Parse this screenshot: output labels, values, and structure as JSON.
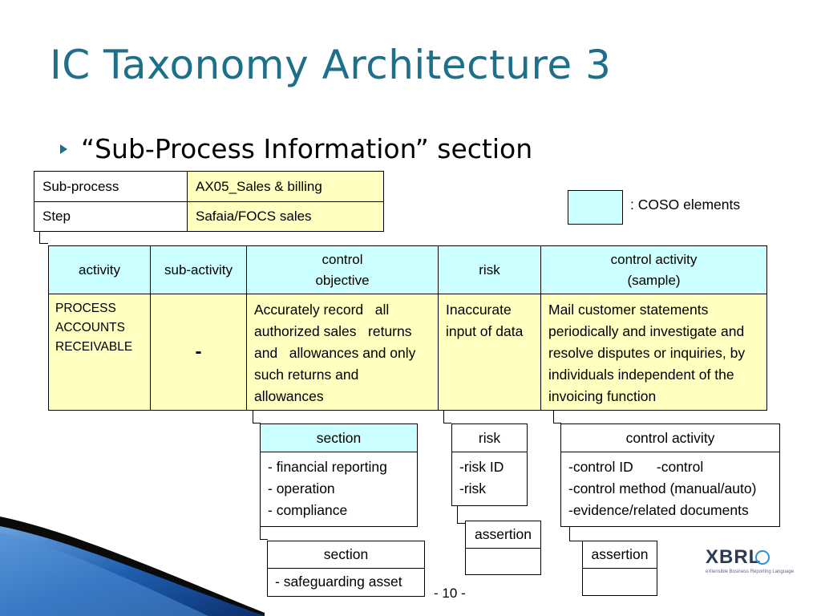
{
  "slide": {
    "title": "IC Taxonomy Architecture 3",
    "bullet": "“Sub-Process Information” section",
    "page_number": "- 10 -"
  },
  "info_table": {
    "rows": [
      {
        "label": "Sub-process",
        "value": "AX05_Sales & billing"
      },
      {
        "label": "Step",
        "value": "Safaia/FOCS sales"
      }
    ]
  },
  "legend": {
    "text": ": COSO elements",
    "color": "#ccffff"
  },
  "main_table": {
    "headers": {
      "activity": "activity",
      "sub_activity": "sub-activity",
      "control_objective_1": "control",
      "control_objective_2": "objective",
      "risk": "risk",
      "control_activity_1": "control activity",
      "control_activity_2": "(sample)"
    },
    "row": {
      "activity": [
        "PROCESS",
        "ACCOUNTS",
        "RECEIVABLE"
      ],
      "sub_activity": "-",
      "control_objective": [
        "Accurately record   all",
        "authorized sales   returns",
        "and   allowances and only",
        "such returns and",
        "allowances"
      ],
      "risk": [
        "Inaccurate",
        "input of data"
      ],
      "control_activity": [
        "Mail customer statements",
        "periodically and investigate and",
        "resolve disputes or inquiries, by",
        "individuals independent of the",
        "invoicing function"
      ]
    }
  },
  "detail_boxes": {
    "section": {
      "header": "section",
      "lines": [
        "- financial reporting",
        "- operation",
        "- compliance"
      ]
    },
    "section2": {
      "header": "section",
      "lines": [
        "- safeguarding asset"
      ]
    },
    "risk": {
      "header": "risk",
      "lines": [
        "-risk ID",
        "-risk"
      ]
    },
    "risk_assertion": {
      "header": "assertion"
    },
    "control_activity": {
      "header": "control activity",
      "lines": [
        "-control ID      -control",
        "-control method (manual/auto)",
        "-evidence/related documents"
      ]
    },
    "control_assertion": {
      "header": "assertion"
    }
  },
  "logo": {
    "text": "XBRL",
    "tagline": "eXtensible Business Reporting Language"
  },
  "colors": {
    "title": "#1d6f8a",
    "yellow": "#ffffc0",
    "cyan": "#ccffff",
    "swoosh_blue": "#1f5fb0"
  }
}
